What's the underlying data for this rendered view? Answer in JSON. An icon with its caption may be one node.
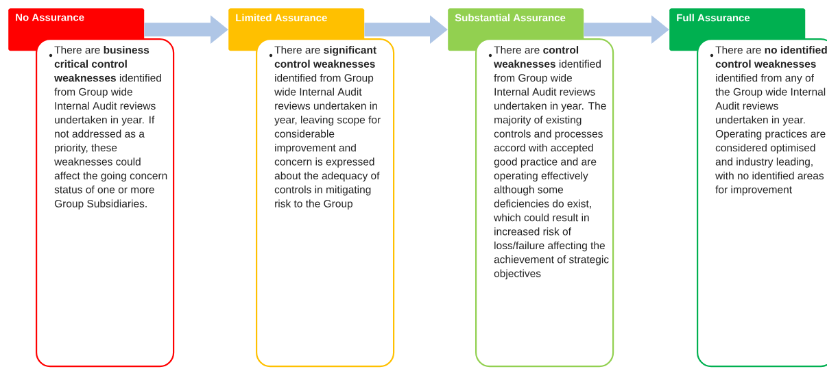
{
  "diagram": {
    "nodes": [
      {
        "text": [
          "No Assurance"
        ]
      },
      {
        "text": [
          "There are **business critical control weaknesses** identified from Group wide Internal Audit reviews undertaken in year. If not addressed as a priority, these weaknesses could affect the going concern status of one or more Group Subsidiaries."
        ]
      },
      {
        "text": [
          "Limited Assurance"
        ]
      },
      {
        "text": [
          "There are **significant control weaknesses** identified from Group wide Internal Audit reviews undertaken in year, leaving scope for considerable improvement and concern is expressed about the adequacy of controls in mitigating risk to the Group"
        ]
      },
      {
        "text": [
          "Substantial Assurance"
        ]
      },
      {
        "text": [
          "There are **control weaknesses** identified from Group wide Internal Audit reviews undertaken in year. The majority of existing controls and processes accord with accepted good practice and are operating effectively although some deficiencies do exist, which could result in increased risk of loss/failure affecting the achievement of strategic objectives"
        ]
      },
      {
        "text": [
          "Full Assurance"
        ]
      },
      {
        "text": [
          "There are **no identified control weaknesses** identified from any of the Group wide Internal Audit reviews undertaken in year. Operating practices are considered optimised and industry leading, with no identified areas for improvement"
        ]
      }
    ],
    "edges": [
      {
        "from": 0,
        "to": 2,
        "arrow": "to"
      },
      {
        "from": 2,
        "to": 4,
        "arrow": "to"
      },
      {
        "from": 4,
        "to": 6,
        "arrow": "to"
      }
    ]
  }
}
